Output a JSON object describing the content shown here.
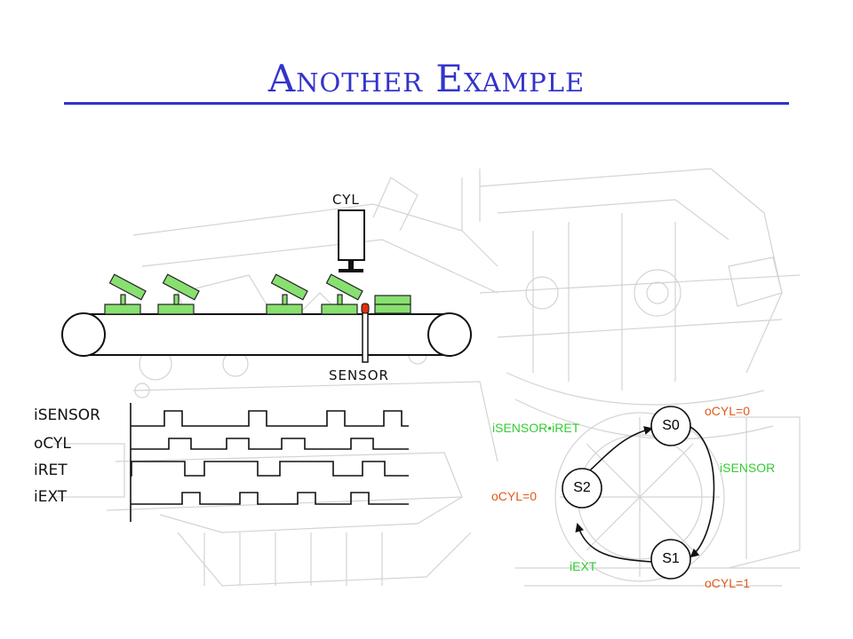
{
  "slide": {
    "title": "Another Example",
    "title_color": "#3333cc"
  },
  "hardware": {
    "cylinder_label": "CYL",
    "sensor_label": "SENSOR",
    "part_color": "#88e070",
    "sensor_dot_color": "#e03010"
  },
  "timing": {
    "signals": [
      "iSENSOR",
      "oCYL",
      "iRET",
      "iEXT"
    ]
  },
  "state_machine": {
    "states": [
      "S0",
      "S1",
      "S2"
    ],
    "transitions": [
      {
        "label": "iSENSOR",
        "color": "#33cc33"
      },
      {
        "label": "iEXT",
        "color": "#33cc33"
      },
      {
        "label": "iSENSOR•iRET",
        "color": "#33cc33"
      }
    ],
    "outputs": [
      {
        "label": "oCYL=0",
        "color": "#e05a1a"
      },
      {
        "label": "oCYL=1",
        "color": "#e05a1a"
      },
      {
        "label": "oCYL=0",
        "color": "#e05a1a"
      }
    ]
  }
}
